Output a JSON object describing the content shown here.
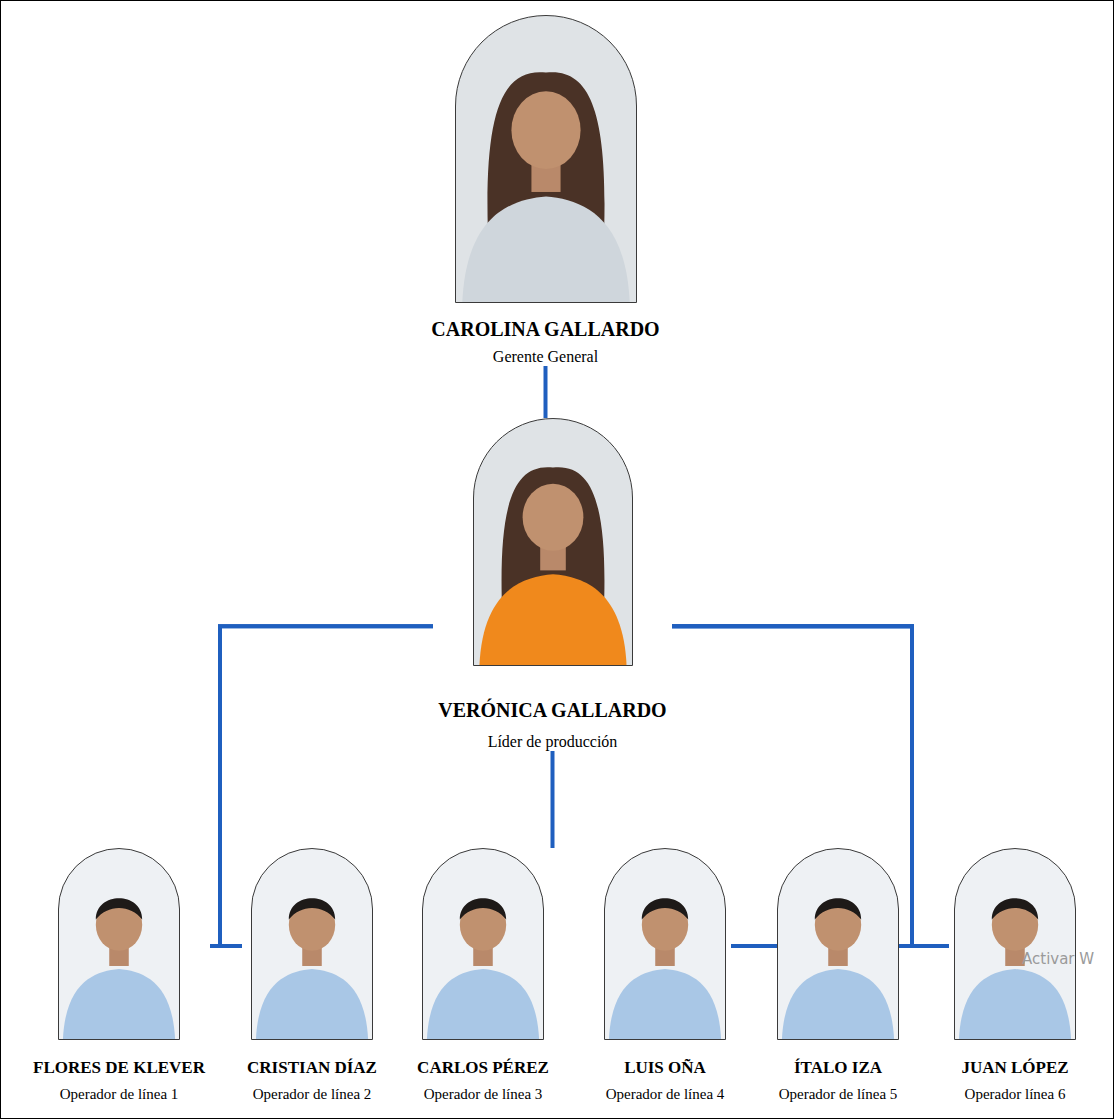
{
  "diagram": {
    "nodes": [
      {
        "text": [
          "CAROLINA GALLARDO",
          "Gerente General"
        ]
      },
      {
        "text": [
          "VERÓNICA GALLARDO",
          "Líder de producción"
        ]
      },
      {
        "text": [
          "FLORES DE KLEVER",
          "Operador de línea 1"
        ]
      },
      {
        "text": [
          "CRISTIAN DÍAZ",
          "Operador de línea 2"
        ]
      },
      {
        "text": [
          "CARLOS PÉREZ",
          "Operador de línea 3"
        ]
      },
      {
        "text": [
          "LUIS OÑA",
          "Operador de línea 4"
        ]
      },
      {
        "text": [
          "ÍTALO IZA",
          "Operador de línea 5"
        ]
      },
      {
        "text": [
          "JUAN LÓPEZ",
          "Operador línea 6"
        ]
      }
    ],
    "edges": [
      {
        "from": 0,
        "to": 1,
        "arrow": "none"
      },
      {
        "from": 1,
        "to": 2,
        "arrow": "none"
      },
      {
        "from": 1,
        "to": 3,
        "arrow": "none"
      },
      {
        "from": 1,
        "to": 4,
        "arrow": "none"
      },
      {
        "from": 1,
        "to": 5,
        "arrow": "none"
      },
      {
        "from": 1,
        "to": 6,
        "arrow": "none"
      },
      {
        "from": 1,
        "to": 7,
        "arrow": "none"
      }
    ],
    "labels": [
      "Activar W"
    ]
  }
}
